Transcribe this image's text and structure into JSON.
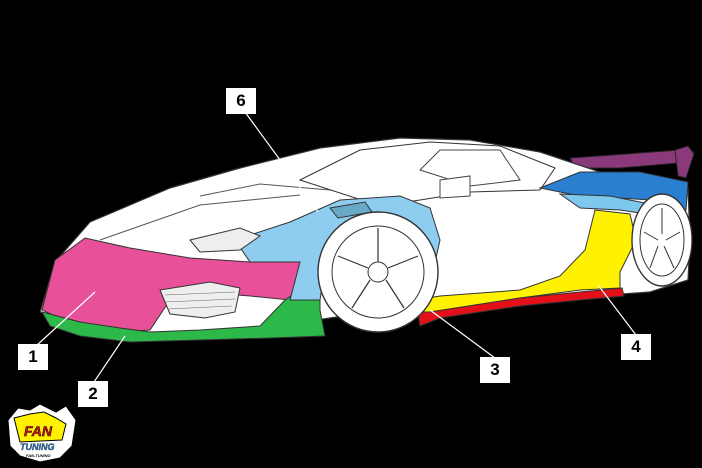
{
  "colors": {
    "background": "#000000",
    "car_body": "#ffffff",
    "outline": "#333333",
    "front_bumper": "#e8509a",
    "front_lip": "#2db84a",
    "side_skirt_lip": "#e3101a",
    "side_skirt": "#fff200",
    "rear_panel": "#7ec8ee",
    "fender": "#8fcdf0",
    "wing": "#8a3a7a",
    "rear_blue": "#2a7fd0"
  },
  "parts": [
    {
      "number": "1",
      "color_key": "front_bumper"
    },
    {
      "number": "2",
      "color_key": "front_lip"
    },
    {
      "number": "3",
      "color_key": "side_skirt_lip"
    },
    {
      "number": "4",
      "color_key": "side_skirt"
    },
    {
      "number": "6",
      "color_key": "fender"
    }
  ],
  "logo": {
    "line1": "FAN",
    "line2": "TUNING",
    "line3": "FAN-TUNING"
  }
}
